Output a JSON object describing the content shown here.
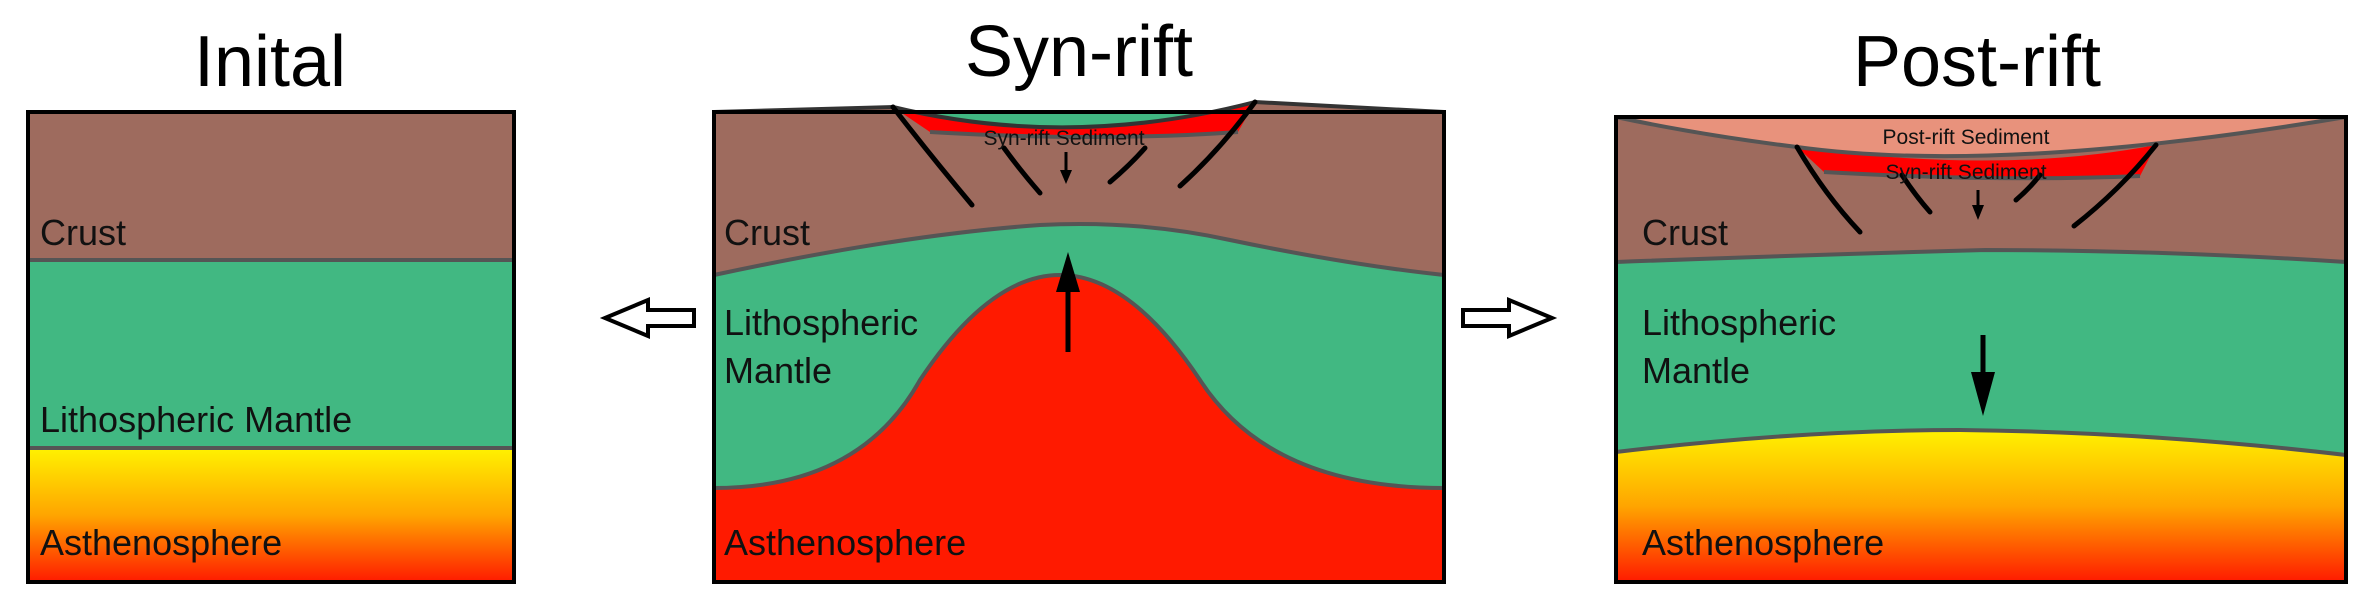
{
  "panels": {
    "initial": {
      "title": "Inital",
      "crust": "Crust",
      "mantle": "Lithospheric Mantle",
      "asthenosphere": "Asthenosphere"
    },
    "synrift": {
      "title": "Syn-rift",
      "sediment": "Syn-rift Sediment",
      "crust": "Crust",
      "mantle_line1": "Lithospheric",
      "mantle_line2": "Mantle",
      "asthenosphere": "Asthenosphere"
    },
    "postrift": {
      "title": "Post-rift",
      "post_sediment": "Post-rift Sediment",
      "syn_sediment": "Syn-rift Sediment",
      "crust": "Crust",
      "mantle_line1": "Lithospheric",
      "mantle_line2": "Mantle",
      "asthenosphere": "Asthenosphere"
    }
  },
  "colors": {
    "crust": "#9e6b5e",
    "mantle": "#41b882",
    "asthenosphere_top": "#fff200",
    "asthenosphere_mid": "#ffa500",
    "asthenosphere_bottom": "#ff1a00",
    "synrift_sediment": "#ff0000",
    "postrift_sediment": "#e8927c"
  },
  "icons": [
    "arrow-left-outline-icon",
    "arrow-right-outline-icon",
    "uplift-arrow-icon",
    "subsidence-arrow-icon"
  ]
}
